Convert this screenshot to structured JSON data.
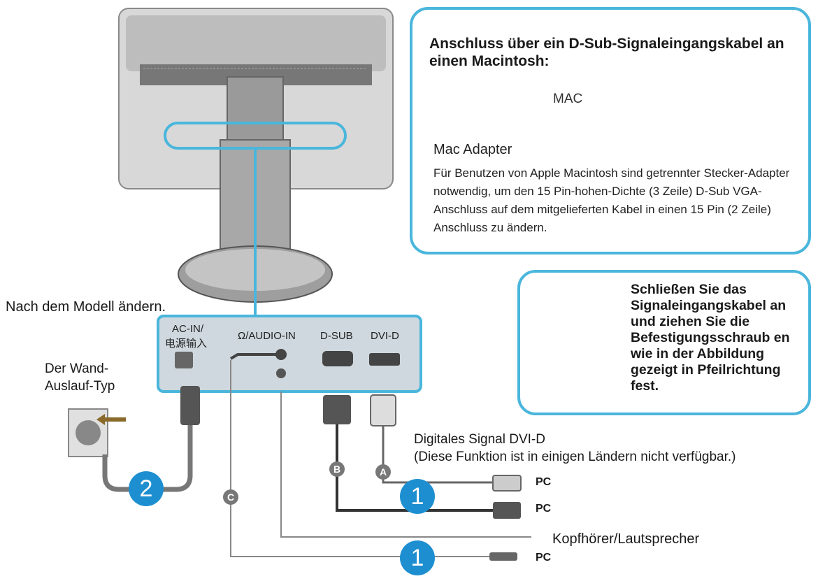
{
  "mac_box": {
    "title": "Anschluss über ein D-Sub-Signaleingangskabel an einen Macintosh:",
    "target_label": "MAC",
    "adapter_title": "Mac Adapter",
    "description": "Für Benutzen von Apple Macintosh sind getrennter Stecker-Adapter notwendig, um den 15 Pin-hohen-Dichte (3 Zeile) D-Sub VGA-Anschluss auf dem mitgelieferten Kabel in einen 15 Pin (2 Zeile) Anschluss zu ändern."
  },
  "secure_box": {
    "text": "Schließen Sie das Signaleingangskabel an und ziehen Sie die Befestigungsschraub en wie in der Abbildung gezeigt in Pfeilrichtung fest."
  },
  "model_note": "Nach dem Modell ändern.",
  "wall_outlet_label": "Der Wand-Auslauf-Typ",
  "ports": {
    "ac_in": "AC-IN/",
    "ac_in_cn": "电源输入",
    "audio_in": "Ω/AUDIO-IN",
    "dsub": "D-SUB",
    "dvi": "DVI-D"
  },
  "dvi_note_line1": "Digitales Signal DVI-D",
  "dvi_note_line2": "(Diese Funktion ist in einigen Ländern nicht verfügbar.)",
  "pc_label": "PC",
  "headphone_label": "Kopfhörer/Lautsprecher",
  "step_numbers": {
    "power": "2",
    "signal": "1",
    "audio": "1"
  },
  "cable_letters": {
    "a": "A",
    "b": "B",
    "c": "C"
  },
  "colors": {
    "accent": "#4ab6dc",
    "step_circle": "#1d8fd0",
    "panel": "#cfd8de"
  }
}
